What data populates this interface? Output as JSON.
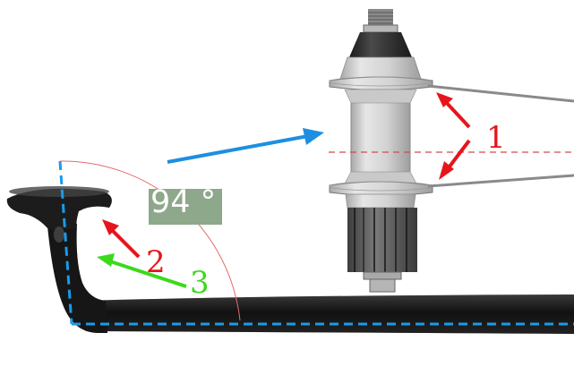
{
  "labels": {
    "flange_marker": "1",
    "spoke_head_marker": "2",
    "bend_marker": "3",
    "bend_angle": "94 °"
  },
  "colors": {
    "red_arrow": "#e8141b",
    "green_arrow": "#3cd91c",
    "blue_arrow": "#1d8fe0",
    "guide_dashed": "#1a9be8",
    "centerline_dashed": "#d24a4a",
    "angle_arc": "#e86a6a",
    "angle_box": "#8da88a",
    "spoke": "#1c1c1c",
    "hub_body": "#d4d4d4",
    "hub_cap": "#2e2e2e"
  },
  "icons": {
    "hub": "bicycle-hub-illustration",
    "spoke": "spoke-j-bend-photo"
  }
}
